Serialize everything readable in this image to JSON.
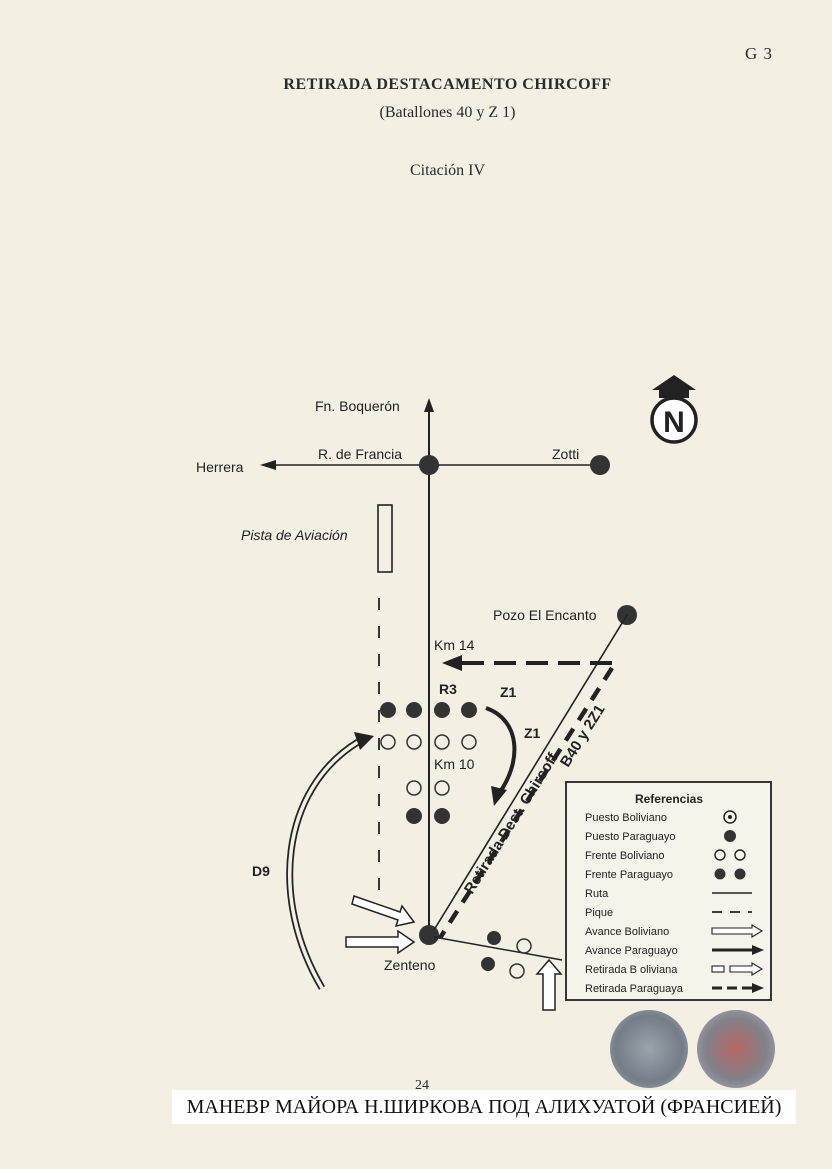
{
  "header": {
    "page_code": "G 3",
    "title": "RETIRADA DESTACAMENTO CHIRCOFF",
    "subtitle": "(Batallones 40 y Z 1)",
    "citation": "Citación IV"
  },
  "map": {
    "places": {
      "fn_boqueron": "Fn. Boquerón",
      "r_de_francia": "R. de Francia",
      "herrera": "Herrera",
      "zotti": "Zotti",
      "pista": "Pista de Aviación",
      "pozo": "Pozo El Encanto",
      "zenteno": "Zenteno"
    },
    "labels": {
      "km14": "Km 14",
      "km10": "Km 10",
      "r3": "R3",
      "z1_top": "Z1",
      "z1_mid": "Z1",
      "d9": "D9",
      "route_label": "Retirada Dest. Chircoff",
      "route_label2": "B40 y 2Z1"
    },
    "north": "N"
  },
  "legend": {
    "title": "Referencias",
    "items": [
      {
        "label": "Puesto Boliviano",
        "symbol": "bolivian-post"
      },
      {
        "label": "Puesto Paraguayo",
        "symbol": "paraguayan-post"
      },
      {
        "label": "Frente Boliviano",
        "symbol": "bolivian-front"
      },
      {
        "label": "Frente Paraguayo",
        "symbol": "paraguayan-front"
      },
      {
        "label": "Ruta",
        "symbol": "route-line"
      },
      {
        "label": "Pique",
        "symbol": "trail-dashed"
      },
      {
        "label": "Avance Boliviano",
        "symbol": "hollow-arrow"
      },
      {
        "label": "Avance Paraguayo",
        "symbol": "solid-arrow"
      },
      {
        "label": "Retirada B oliviana",
        "symbol": "dashed-hollow-arrow"
      },
      {
        "label": "Retirada Paraguaya",
        "symbol": "dashed-solid-arrow"
      }
    ]
  },
  "footer": {
    "page_number": "24",
    "banner": "МАНЕВР МАЙОРА Н.ШИРКОВА ПОД АЛИХУАТОЙ (ФРАНСИЕЙ)"
  },
  "colors": {
    "paper": "#f3efe3",
    "ink": "#222222"
  }
}
